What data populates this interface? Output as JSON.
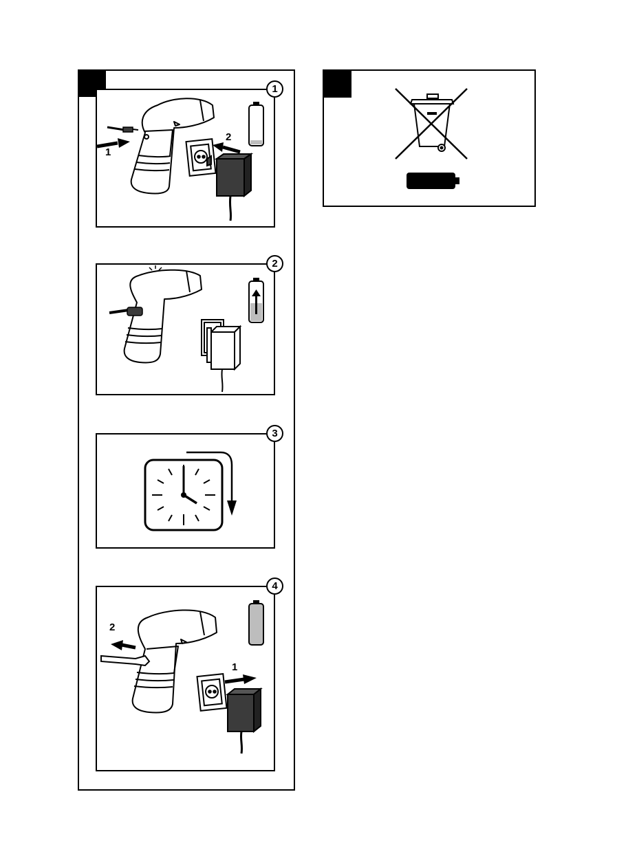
{
  "colors": {
    "ink": "#000000",
    "paper": "#ffffff",
    "charge_gray": "#bdbdbd",
    "device_dark": "#3b3b3b"
  },
  "steps": [
    {
      "number": "1",
      "labels": {
        "a": "1",
        "b": "2"
      },
      "battery_level": 0.1
    },
    {
      "number": "2",
      "battery_level": 0.45
    },
    {
      "number": "3"
    },
    {
      "number": "4",
      "labels": {
        "a": "2",
        "b": "1"
      },
      "battery_level": 1.0
    }
  ],
  "icons": {
    "step1": [
      "screwdriver-icon",
      "charging-plug-icon",
      "wall-socket-icon",
      "power-adapter-icon",
      "battery-low-icon",
      "arrow-icon"
    ],
    "step2": [
      "screwdriver-icon",
      "charging-light-icon",
      "wall-socket-icon",
      "power-adapter-icon",
      "battery-charging-icon"
    ],
    "step3": [
      "clock-icon",
      "clockwise-arrow-icon"
    ],
    "step4": [
      "screwdriver-icon",
      "charging-plug-icon",
      "wall-socket-icon",
      "power-adapter-icon",
      "battery-full-icon",
      "arrow-icon"
    ],
    "disposal": [
      "crossed-out-wheelie-bin-icon",
      "battery-icon"
    ]
  }
}
